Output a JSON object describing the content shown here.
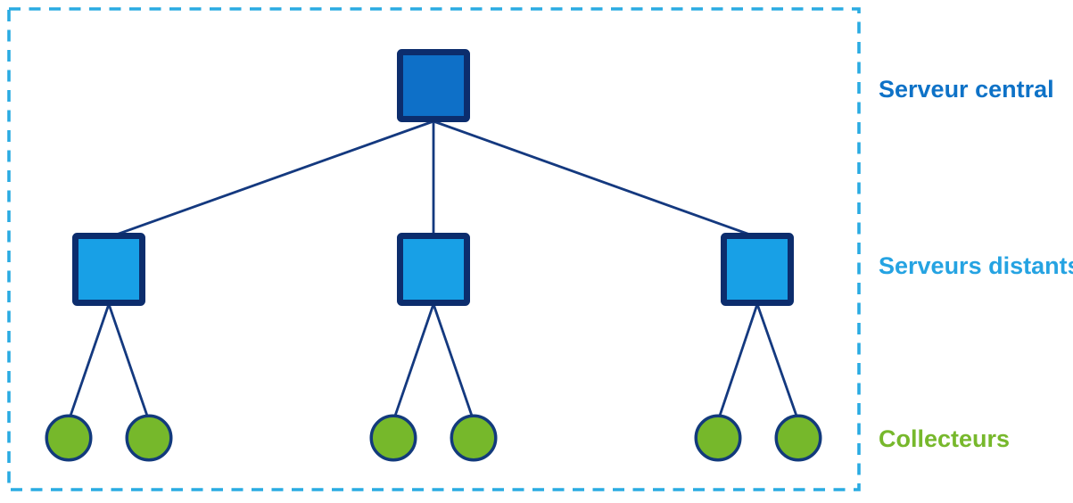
{
  "diagram": {
    "type": "hierarchy-topology",
    "labels": {
      "central": "Serveur central",
      "remote": "Serveurs distants",
      "collectors": "Collecteurs"
    },
    "structure": {
      "central_server_count": 1,
      "remote_server_count": 3,
      "collectors_per_remote_server": 2,
      "collector_count": 6,
      "edges": [
        "central -> remote-1",
        "central -> remote-2",
        "central -> remote-3",
        "remote-1 -> collector-1",
        "remote-1 -> collector-2",
        "remote-2 -> collector-3",
        "remote-2 -> collector-4",
        "remote-3 -> collector-5",
        "remote-3 -> collector-6"
      ]
    },
    "colors": {
      "background": "#ffffff",
      "central_fill": "#0e70c8",
      "remote_fill": "#18a0e6",
      "collector_fill": "#76b82b",
      "node_border": "#0c2d6d",
      "collector_border": "#123a7c",
      "connector": "#14397f",
      "frame_dash": "#2aabe2",
      "label_central": "#0e72c7",
      "label_remote": "#25a3e2",
      "label_collector": "#77b82c"
    }
  }
}
